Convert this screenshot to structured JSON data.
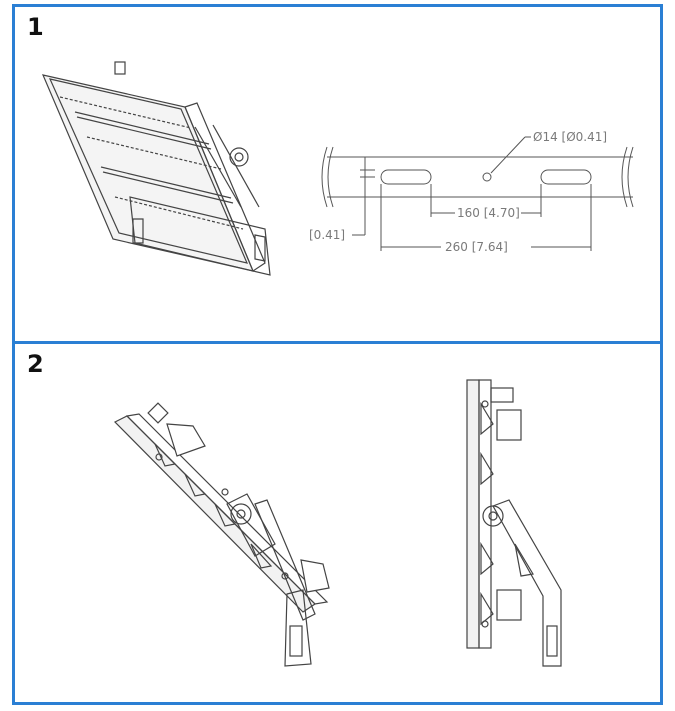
{
  "steps": [
    {
      "number": "1"
    },
    {
      "number": "2"
    }
  ],
  "dimensions": {
    "hole": "Ø14 [Ø0.41]",
    "edge_offset": "[0.41]",
    "inner_spacing": "160 [4.70]",
    "outer_spacing": "260 [7.64]"
  },
  "colors": {
    "frame": "#2a7fd4",
    "line": "#555555",
    "dim_text": "#7a7a7a"
  }
}
